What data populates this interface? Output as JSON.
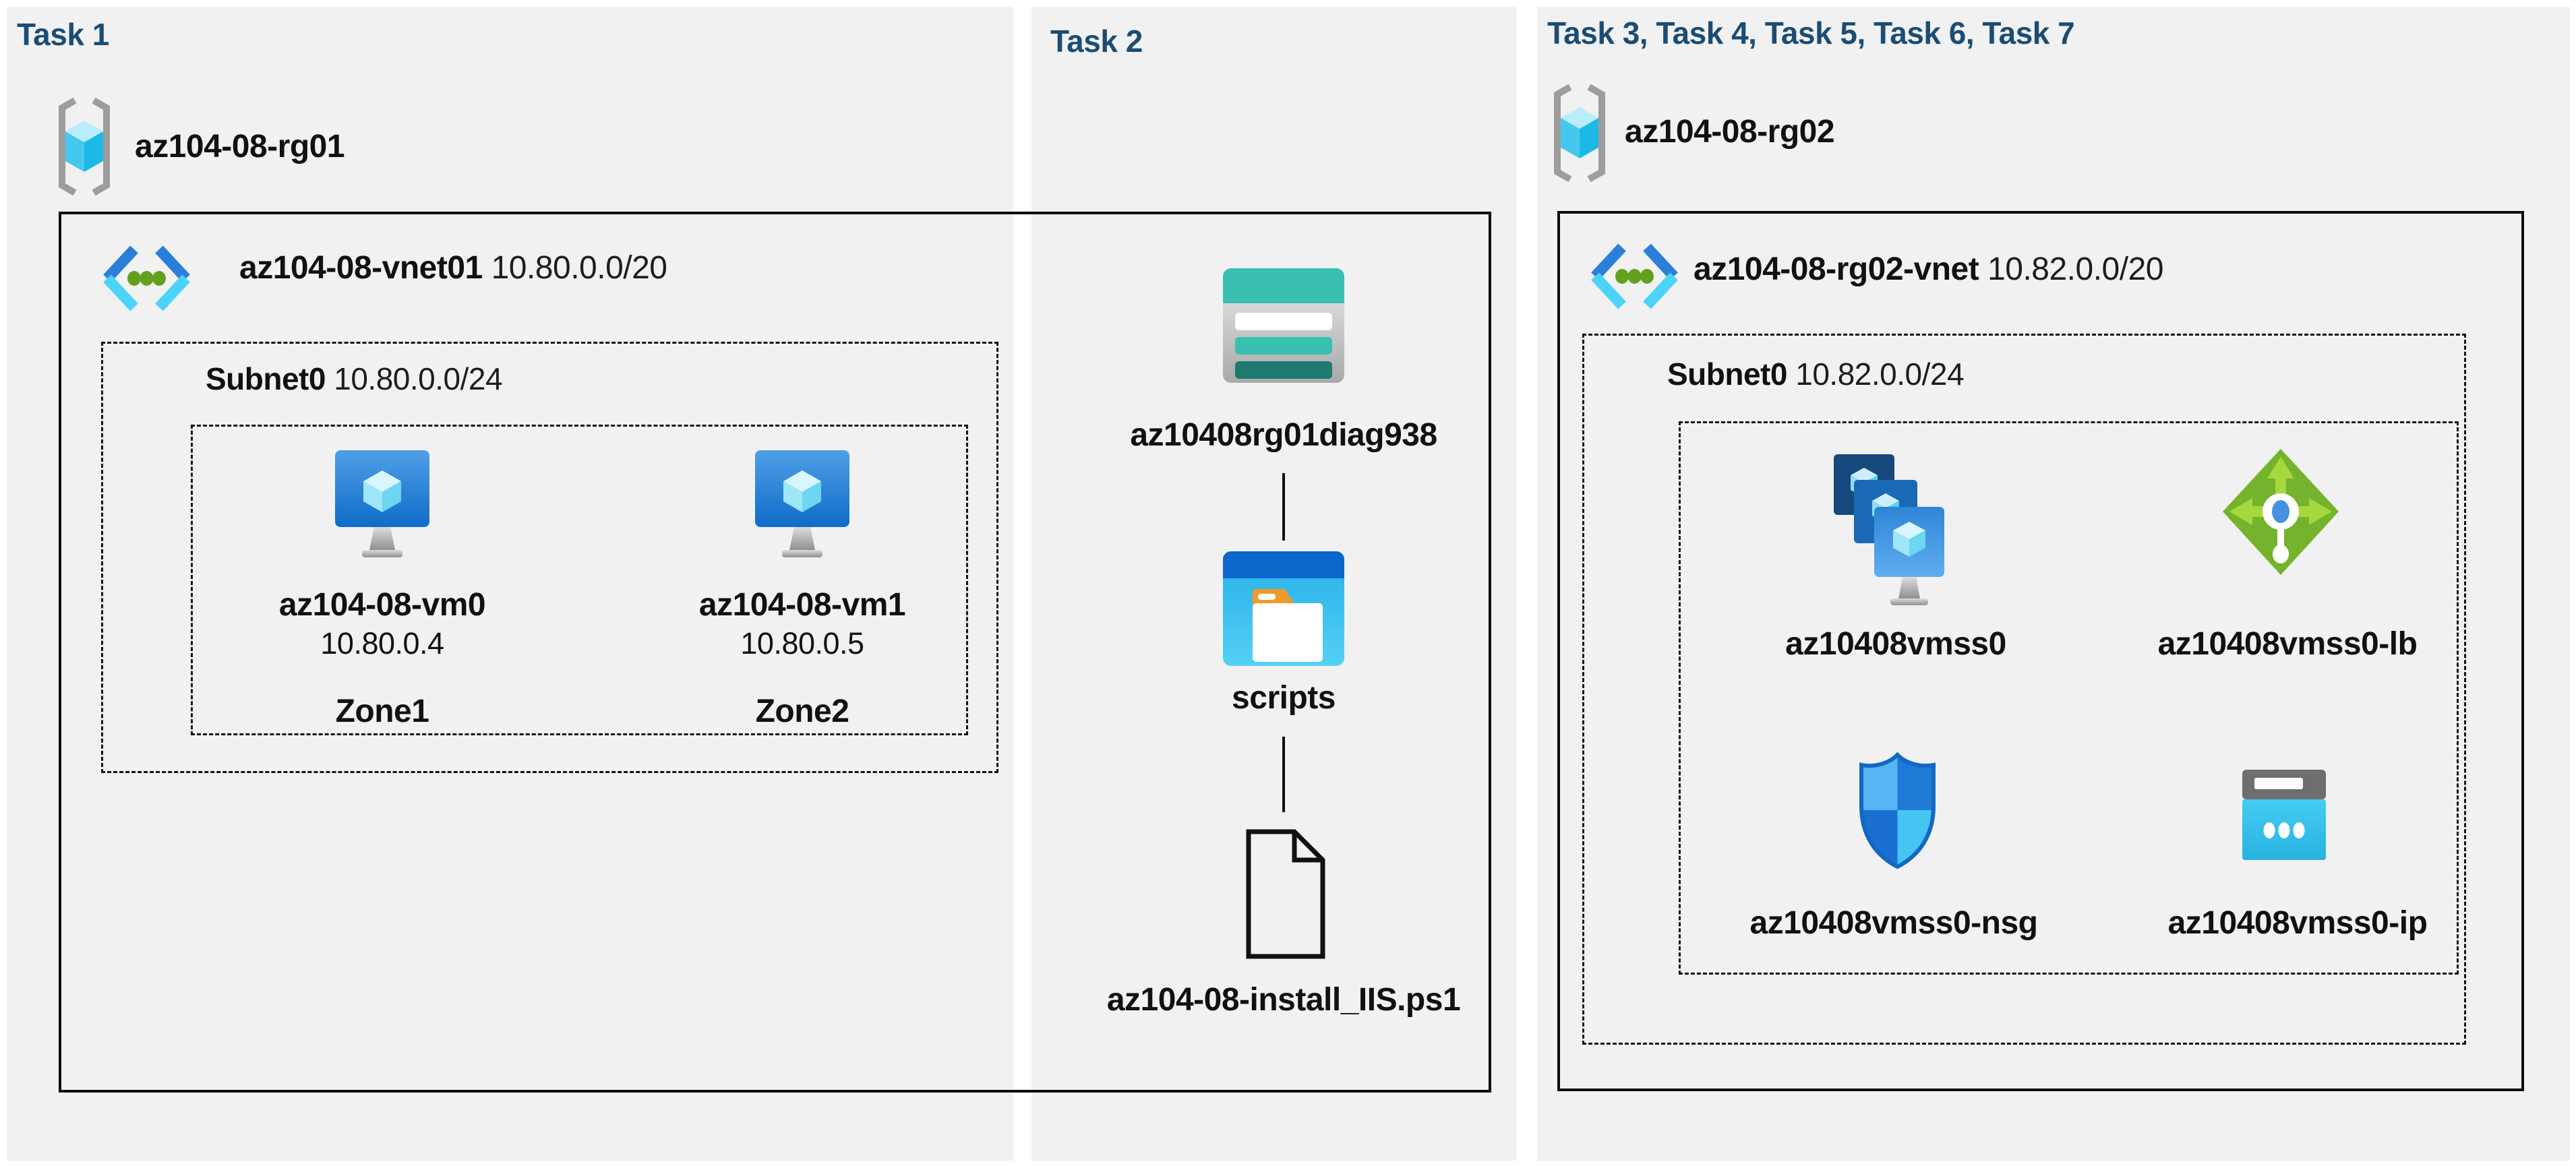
{
  "colors": {
    "panel_bg": "#f1f1f1",
    "title_navy": "#1b4d74",
    "text_black": "#111111",
    "box_border": "#0d0d0d",
    "vnet_blue": "#2b7fd9",
    "vnet_cyan": "#4cd3f8",
    "vnet_dot_green": "#63a01e",
    "storage_teal": "#3abfb0",
    "storage_dark_teal": "#1e7a6f",
    "folder_orange": "#ef9a2b",
    "folder_header_blue": "#0d66cb",
    "lb_green": "#74b32c",
    "lb_arrow_green": "#a6d83e",
    "nsg_blue": "#2186da",
    "ip_cyan": "#35c4ea",
    "rg_brace_gray": "#9d9d9d"
  },
  "icons": {
    "resource_group": "resource-group-icon",
    "virtual_network": "virtual-network-icon",
    "virtual_machine": "virtual-machine-icon",
    "storage_account": "storage-account-icon",
    "folder": "folder-icon",
    "file": "file-icon",
    "vm_scale_set": "vm-scale-set-icon",
    "load_balancer": "load-balancer-icon",
    "network_security_group": "nsg-shield-icon",
    "public_ip": "public-ip-icon"
  },
  "task1": {
    "title": "Task 1",
    "resource_group": "az104-08-rg01",
    "vnet_name": "az104-08-vnet01",
    "vnet_cidr": "10.80.0.0/20",
    "subnet_name": "Subnet0",
    "subnet_cidr": "10.80.0.0/24",
    "vm0_name": "az104-08-vm0",
    "vm0_ip": "10.80.0.4",
    "vm0_zone": "Zone1",
    "vm1_name": "az104-08-vm1",
    "vm1_ip": "10.80.0.5",
    "vm1_zone": "Zone2"
  },
  "task2": {
    "title": "Task 2",
    "storage_account": "az10408rg01diag938",
    "folder": "scripts",
    "file": "az104-08-install_IIS.ps1"
  },
  "task3": {
    "title": "Task 3, Task 4, Task 5, Task 6, Task 7",
    "resource_group": "az104-08-rg02",
    "vnet_name": "az104-08-rg02-vnet",
    "vnet_cidr": "10.82.0.0/20",
    "subnet_name": "Subnet0",
    "subnet_cidr": "10.82.0.0/24",
    "vmss_name": "az10408vmss0",
    "lb_name": "az10408vmss0-lb",
    "nsg_name": "az10408vmss0-nsg",
    "public_ip_name": "az10408vmss0-ip"
  }
}
